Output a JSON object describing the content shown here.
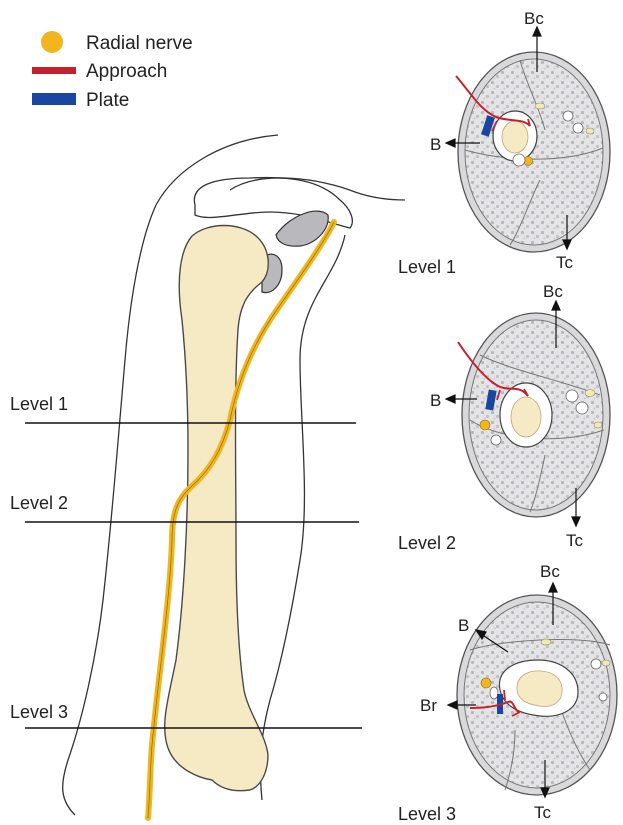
{
  "legend": {
    "items": [
      {
        "label": "Radial nerve",
        "color": "#F2B51E"
      },
      {
        "label": "Approach",
        "color": "#C8202A"
      },
      {
        "label": "Plate",
        "color": "#1747A0"
      }
    ]
  },
  "levels": {
    "arm": [
      "Level 1",
      "Level 2",
      "Level 3"
    ],
    "section_captions": [
      "Level 1",
      "Level 2",
      "Level 3"
    ]
  },
  "section_labels": {
    "level1": {
      "top": "Bc",
      "left": "B",
      "bottom": "Tc"
    },
    "level2": {
      "top": "Bc",
      "left": "B",
      "bottom": "Tc"
    },
    "level3": {
      "top": "Bc",
      "upper_left": "B",
      "left": "Br",
      "bottom": "Tc"
    }
  },
  "colors": {
    "bone": "#F6EAC4",
    "bone_outline": "#4A4A4A",
    "tissue": "#D9D9DB",
    "muscle": "#E6E6E8",
    "nerve": "#F2B51E",
    "approach": "#C8202A",
    "plate": "#1747A0",
    "cartilage": "#B9B9BD"
  }
}
